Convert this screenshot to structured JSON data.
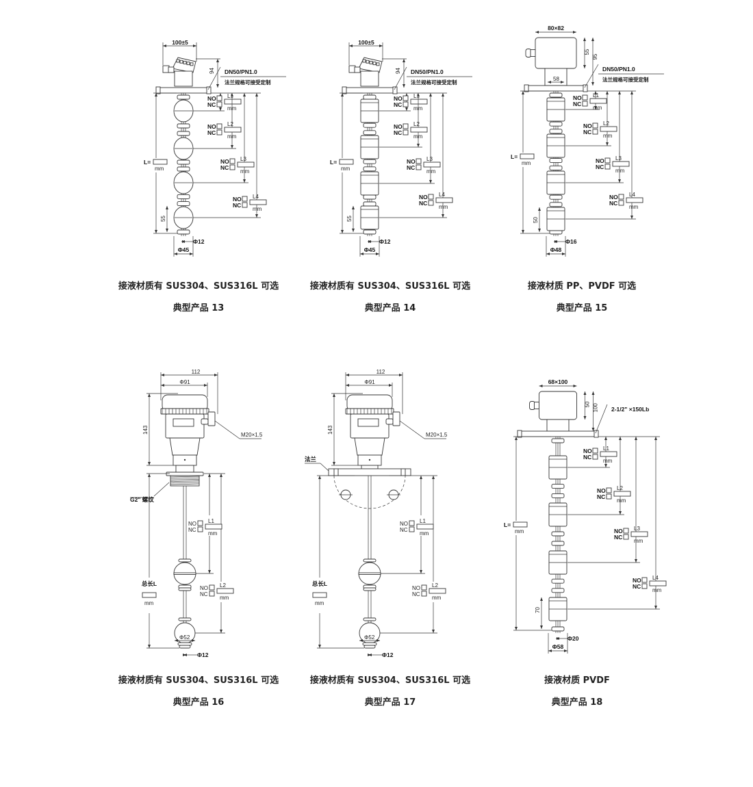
{
  "panels": [
    {
      "model_caption": "典型产品 13",
      "material": "接液材质有 SUS304、SUS316L 可选",
      "top_dim": "100±5",
      "head_height": "94",
      "flange_spec": "DN50/PN1.0",
      "flange_note": "法兰规格可接受定制",
      "length_label": "L=",
      "unit": "mm",
      "bottom_float_dim": "55",
      "stem_dia": "Φ12",
      "float_dia": "Φ45",
      "switches": [
        {
          "no": "NO",
          "nc": "NC",
          "label": "L1",
          "unit": "mm"
        },
        {
          "no": "NO",
          "nc": "NC",
          "label": "L2",
          "unit": "mm"
        },
        {
          "no": "NO",
          "nc": "NC",
          "label": "L3",
          "unit": "mm"
        },
        {
          "no": "NO",
          "nc": "NC",
          "label": "L4",
          "unit": "mm"
        }
      ]
    },
    {
      "model_caption": "典型产品 14",
      "material": "接液材质有 SUS304、SUS316L 可选",
      "top_dim": "100±5",
      "head_height": "94",
      "flange_spec": "DN50/PN1.0",
      "flange_note": "法兰规格可接受定制",
      "length_label": "L=",
      "unit": "mm",
      "bottom_float_dim": "55",
      "stem_dia": "Φ12",
      "float_dia": "Φ45",
      "switches": [
        {
          "no": "NO",
          "nc": "NC",
          "label": "L1",
          "unit": "mm"
        },
        {
          "no": "NO",
          "nc": "NC",
          "label": "L2",
          "unit": "mm"
        },
        {
          "no": "NO",
          "nc": "NC",
          "label": "L3",
          "unit": "mm"
        },
        {
          "no": "NO",
          "nc": "NC",
          "label": "L4",
          "unit": "mm"
        }
      ]
    },
    {
      "model_caption": "典型产品 15",
      "material": "接液材质 PP、PVDF 可选",
      "top_dim": "80×82",
      "box_height": "55",
      "head_height": "95",
      "neck_dim": "58",
      "flange_spec": "DN50/PN1.0",
      "flange_note": "法兰规格可接受定制",
      "length_label": "L=",
      "unit": "mm",
      "bottom_float_dim": "50",
      "stem_dia": "Φ16",
      "float_dia": "Φ48",
      "switches": [
        {
          "no": "NO",
          "nc": "NC",
          "label": "L1",
          "unit": "mm"
        },
        {
          "no": "NO",
          "nc": "NC",
          "label": "L2",
          "unit": "mm"
        },
        {
          "no": "NO",
          "nc": "NC",
          "label": "L3",
          "unit": "mm"
        },
        {
          "no": "NO",
          "nc": "NC",
          "label": "L4",
          "unit": "mm"
        }
      ]
    },
    {
      "model_caption": "典型产品 16",
      "material": "接液材质有 SUS304、SUS316L 可选",
      "top_dim": "112",
      "head_dia": "Φ91",
      "head_height": "143",
      "cable_thread": "M20×1.5",
      "process_connection": "G2\" 螺纹",
      "length_label": "总长L",
      "unit": "mm",
      "float_dia": "Φ52",
      "stem_dia": "Φ12",
      "switches": [
        {
          "no": "NO",
          "nc": "NC",
          "label": "L1",
          "unit": "mm"
        },
        {
          "no": "NO",
          "nc": "NC",
          "label": "L2",
          "unit": "mm"
        }
      ]
    },
    {
      "model_caption": "典型产品 17",
      "material": "接液材质有 SUS304、SUS316L 可选",
      "top_dim": "112",
      "head_dia": "Φ91",
      "head_height": "143",
      "cable_thread": "M20×1.5",
      "process_connection": "法兰",
      "length_label": "总长L",
      "unit": "mm",
      "float_dia": "Φ52",
      "stem_dia": "Φ12",
      "switches": [
        {
          "no": "NO",
          "nc": "NC",
          "label": "L1",
          "unit": "mm"
        },
        {
          "no": "NO",
          "nc": "NC",
          "label": "L2",
          "unit": "mm"
        }
      ]
    },
    {
      "model_caption": "典型产品 18",
      "material": "接液材质 PVDF",
      "top_dim": "68×100",
      "box_height": "50",
      "head_height": "100",
      "flange_spec": "2-1/2\" ×150Lb",
      "length_label": "L=",
      "unit": "mm",
      "bottom_float_dim": "70",
      "stem_dia": "Φ20",
      "float_dia": "Φ58",
      "switches": [
        {
          "no": "NO",
          "nc": "NC",
          "label": "L1",
          "unit": "mm"
        },
        {
          "no": "NO",
          "nc": "NC",
          "label": "L2",
          "unit": "mm"
        },
        {
          "no": "NO",
          "nc": "NC",
          "label": "L3",
          "unit": "mm"
        },
        {
          "no": "NO",
          "nc": "NC",
          "label": "L4",
          "unit": "mm"
        }
      ]
    }
  ]
}
